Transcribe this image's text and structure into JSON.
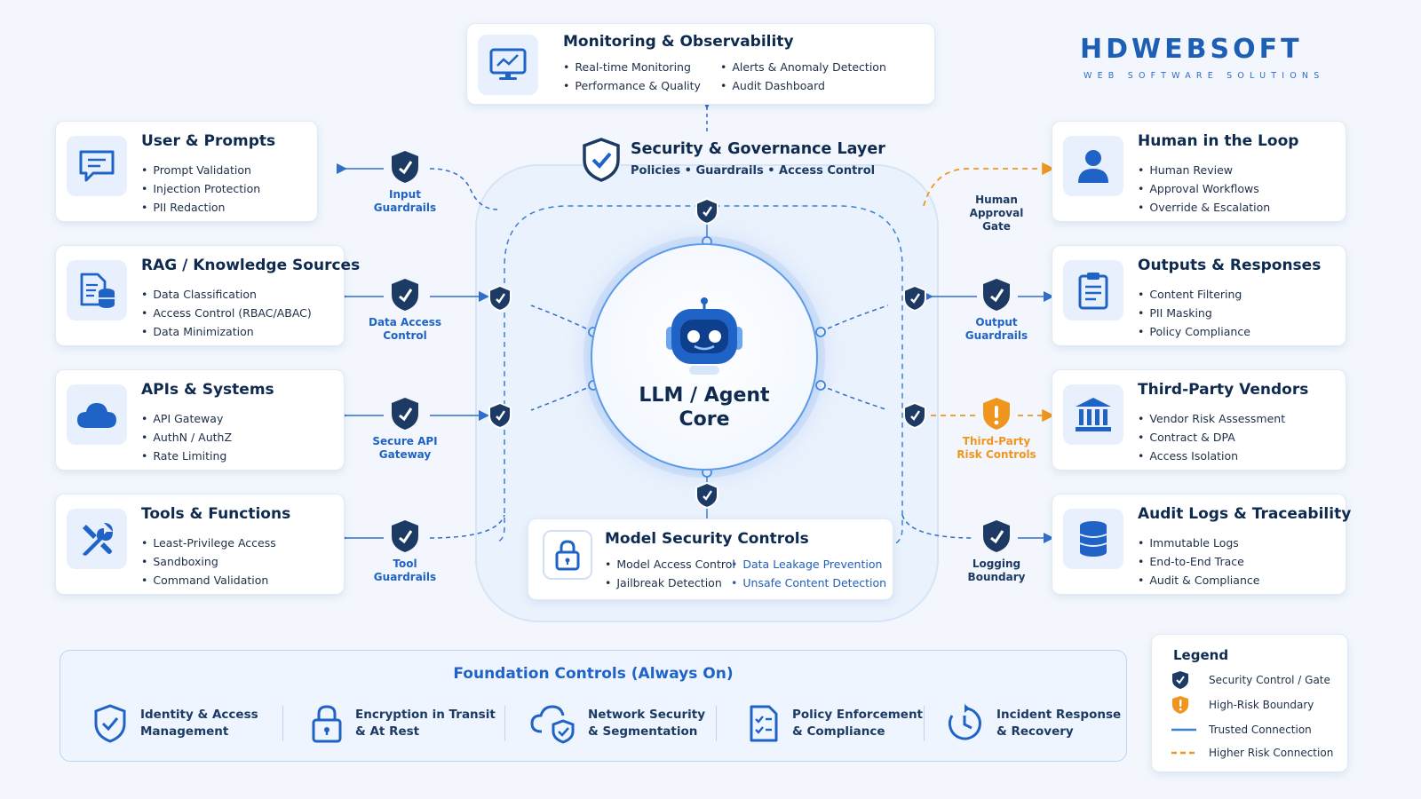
{
  "colors": {
    "primary": "#1f63c6",
    "navy": "#1c3a64",
    "orange": "#f0961e",
    "line": "#3b7fd6"
  },
  "logo": {
    "main": "HDWEBSOFT",
    "sub": "WEB SOFTWARE SOLUTIONS"
  },
  "monitoring": {
    "title": "Monitoring & Observability",
    "left_items": [
      "Real-time Monitoring",
      "Performance & Quality"
    ],
    "right_items": [
      "Alerts & Anomaly Detection",
      "Audit Dashboard"
    ],
    "icon": "monitor-chart-icon"
  },
  "governance": {
    "title": "Security & Governance Layer",
    "subtitle": "Policies • Guardrails • Access Control"
  },
  "core": {
    "title": "LLM / Agent\nCore",
    "icon": "robot-icon"
  },
  "left_cards": [
    {
      "title": "User & Prompts",
      "icon": "chat-icon",
      "items": [
        "Prompt Validation",
        "Injection Protection",
        "PII Redaction"
      ]
    },
    {
      "title": "RAG / Knowledge Sources",
      "icon": "document-database-icon",
      "items": [
        "Data Classification",
        "Access Control (RBAC/ABAC)",
        "Data Minimization"
      ]
    },
    {
      "title": "APIs & Systems",
      "icon": "cloud-icon",
      "items": [
        "API Gateway",
        "AuthN / AuthZ",
        "Rate Limiting"
      ]
    },
    {
      "title": "Tools & Functions",
      "icon": "wrench-icon",
      "items": [
        "Least-Privilege Access",
        "Sandboxing",
        "Command Validation"
      ]
    }
  ],
  "right_cards": [
    {
      "title": "Human in the Loop",
      "icon": "person-icon",
      "items": [
        "Human Review",
        "Approval Workflows",
        "Override & Escalation"
      ]
    },
    {
      "title": "Outputs & Responses",
      "icon": "clipboard-icon",
      "items": [
        "Content Filtering",
        "PII Masking",
        "Policy Compliance"
      ]
    },
    {
      "title": "Third-Party Vendors",
      "icon": "bank-icon",
      "items": [
        "Vendor Risk Assessment",
        "Contract & DPA",
        "Access Isolation"
      ]
    },
    {
      "title": "Audit Logs & Traceability",
      "icon": "database-icon",
      "items": [
        "Immutable Logs",
        "End-to-End Trace",
        "Audit & Compliance"
      ]
    }
  ],
  "left_gates": [
    {
      "label": "Input\nGuardrails"
    },
    {
      "label": "Data Access\nControl"
    },
    {
      "label": "Secure API\nGateway"
    },
    {
      "label": "Tool\nGuardrails"
    }
  ],
  "right_gates": [
    {
      "label": "Human\nApproval\nGate"
    },
    {
      "label": "Output\nGuardrails"
    },
    {
      "label": "Third-Party\nRisk Controls"
    },
    {
      "label": "Logging\nBoundary"
    }
  ],
  "model_security": {
    "title": "Model Security Controls",
    "left_items": [
      "Model Access Control",
      "Jailbreak Detection"
    ],
    "right_items": [
      "Data Leakage Prevention",
      "Unsafe Content Detection"
    ],
    "icon": "lock-icon"
  },
  "foundation": {
    "title": "Foundation Controls (Always On)",
    "items": [
      {
        "label": "Identity & Access\nManagement",
        "icon": "shield-check-icon"
      },
      {
        "label": "Encryption in Transit\n& At Rest",
        "icon": "padlock-icon"
      },
      {
        "label": "Network Security\n& Segmentation",
        "icon": "cloud-shield-icon"
      },
      {
        "label": "Policy Enforcement\n& Compliance",
        "icon": "checklist-icon"
      },
      {
        "label": "Incident Response\n& Recovery",
        "icon": "clock-refresh-icon"
      }
    ]
  },
  "legend": {
    "title": "Legend",
    "items": [
      {
        "label": "Security Control / Gate",
        "symbol": "navy-shield"
      },
      {
        "label": "High-Risk Boundary",
        "symbol": "orange-shield"
      },
      {
        "label": "Trusted Connection",
        "symbol": "blue-line"
      },
      {
        "label": "Higher Risk Connection",
        "symbol": "orange-dashed-line"
      }
    ]
  }
}
